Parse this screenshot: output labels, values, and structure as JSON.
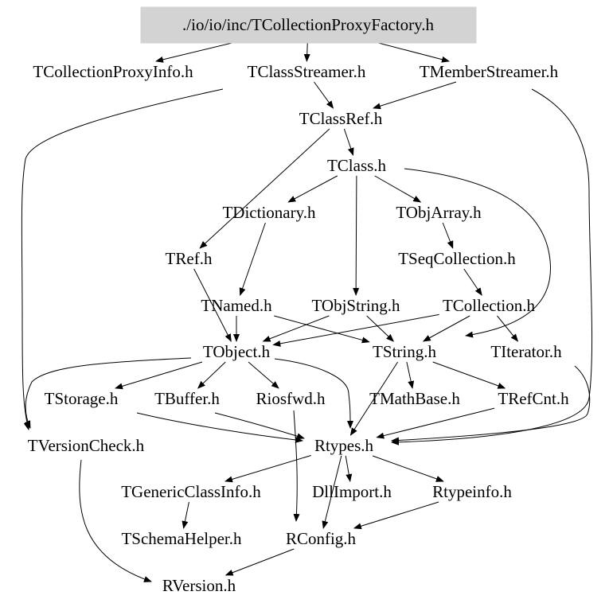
{
  "diagram": {
    "type": "include-dependency-graph",
    "colors": {
      "root_fill": "#d3d3d3",
      "text": "#000000",
      "edge": "#000000",
      "background": "#ffffff"
    },
    "root": "./io/io/inc/TCollectionProxyFactory.h",
    "nodes": [
      {
        "id": "root",
        "label": "./io/io/inc/TCollectionProxyFactory.h"
      },
      {
        "id": "TCollectionProxyInfo",
        "label": "TCollectionProxyInfo.h"
      },
      {
        "id": "TClassStreamer",
        "label": "TClassStreamer.h"
      },
      {
        "id": "TMemberStreamer",
        "label": "TMemberStreamer.h"
      },
      {
        "id": "TClassRef",
        "label": "TClassRef.h"
      },
      {
        "id": "TClass",
        "label": "TClass.h"
      },
      {
        "id": "TDictionary",
        "label": "TDictionary.h"
      },
      {
        "id": "TObjArray",
        "label": "TObjArray.h"
      },
      {
        "id": "TRef",
        "label": "TRef.h"
      },
      {
        "id": "TSeqCollection",
        "label": "TSeqCollection.h"
      },
      {
        "id": "TNamed",
        "label": "TNamed.h"
      },
      {
        "id": "TObjString",
        "label": "TObjString.h"
      },
      {
        "id": "TCollection",
        "label": "TCollection.h"
      },
      {
        "id": "TObject",
        "label": "TObject.h"
      },
      {
        "id": "TString",
        "label": "TString.h"
      },
      {
        "id": "TIterator",
        "label": "TIterator.h"
      },
      {
        "id": "TStorage",
        "label": "TStorage.h"
      },
      {
        "id": "TBuffer",
        "label": "TBuffer.h"
      },
      {
        "id": "Riosfwd",
        "label": "Riosfwd.h"
      },
      {
        "id": "TMathBase",
        "label": "TMathBase.h"
      },
      {
        "id": "TRefCnt",
        "label": "TRefCnt.h"
      },
      {
        "id": "TVersionCheck",
        "label": "TVersionCheck.h"
      },
      {
        "id": "Rtypes",
        "label": "Rtypes.h"
      },
      {
        "id": "TGenericClassInfo",
        "label": "TGenericClassInfo.h"
      },
      {
        "id": "DllImport",
        "label": "DllImport.h"
      },
      {
        "id": "Rtypeinfo",
        "label": "Rtypeinfo.h"
      },
      {
        "id": "TSchemaHelper",
        "label": "TSchemaHelper.h"
      },
      {
        "id": "RConfig",
        "label": "RConfig.h"
      },
      {
        "id": "RVersion",
        "label": "RVersion.h"
      }
    ],
    "edges": [
      [
        "root",
        "TCollectionProxyInfo"
      ],
      [
        "root",
        "TClassStreamer"
      ],
      [
        "root",
        "TMemberStreamer"
      ],
      [
        "TClassStreamer",
        "TClassRef"
      ],
      [
        "TClassStreamer",
        "TVersionCheck"
      ],
      [
        "TMemberStreamer",
        "TClassRef"
      ],
      [
        "TMemberStreamer",
        "Rtypes"
      ],
      [
        "TClassRef",
        "TClass"
      ],
      [
        "TClassRef",
        "TRef"
      ],
      [
        "TClass",
        "TDictionary"
      ],
      [
        "TClass",
        "TObjArray"
      ],
      [
        "TClass",
        "TObjString"
      ],
      [
        "TClass",
        "TString"
      ],
      [
        "TDictionary",
        "TNamed"
      ],
      [
        "TObjArray",
        "TSeqCollection"
      ],
      [
        "TSeqCollection",
        "TCollection"
      ],
      [
        "TRef",
        "TObject"
      ],
      [
        "TNamed",
        "TObject"
      ],
      [
        "TNamed",
        "TString"
      ],
      [
        "TObjString",
        "TObject"
      ],
      [
        "TObjString",
        "TString"
      ],
      [
        "TCollection",
        "TObject"
      ],
      [
        "TCollection",
        "TString"
      ],
      [
        "TCollection",
        "TIterator"
      ],
      [
        "TObject",
        "TStorage"
      ],
      [
        "TObject",
        "TBuffer"
      ],
      [
        "TObject",
        "Riosfwd"
      ],
      [
        "TObject",
        "Rtypes"
      ],
      [
        "TObject",
        "TVersionCheck"
      ],
      [
        "TString",
        "TMathBase"
      ],
      [
        "TString",
        "TRefCnt"
      ],
      [
        "TString",
        "Rtypes"
      ],
      [
        "TIterator",
        "Rtypes"
      ],
      [
        "TStorage",
        "Rtypes"
      ],
      [
        "TBuffer",
        "Rtypes"
      ],
      [
        "Riosfwd",
        "RConfig"
      ],
      [
        "TRefCnt",
        "Rtypes"
      ],
      [
        "TVersionCheck",
        "RVersion"
      ],
      [
        "Rtypes",
        "TGenericClassInfo"
      ],
      [
        "Rtypes",
        "DllImport"
      ],
      [
        "Rtypes",
        "Rtypeinfo"
      ],
      [
        "Rtypes",
        "RConfig"
      ],
      [
        "TGenericClassInfo",
        "TSchemaHelper"
      ],
      [
        "Rtypeinfo",
        "RConfig"
      ],
      [
        "RConfig",
        "RVersion"
      ]
    ]
  }
}
